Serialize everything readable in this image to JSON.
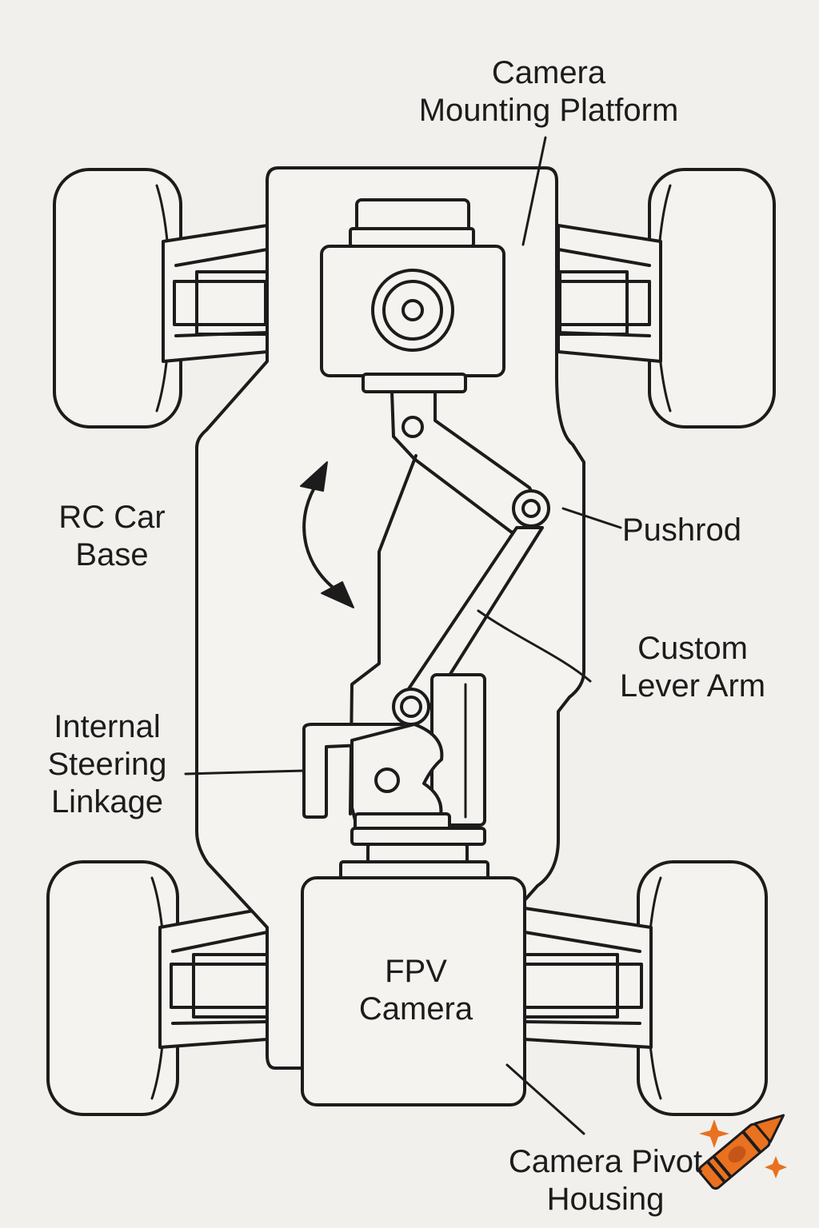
{
  "labels": {
    "camera_mounting_platform": [
      "Camera",
      "Mounting Platform"
    ],
    "pushrod": [
      "Pushrod"
    ],
    "rc_car_base": [
      "RC Car",
      "Base"
    ],
    "custom_lever_arm": [
      "Custom",
      "Lever Arm"
    ],
    "internal_steering_linkage": [
      "Internal",
      "Steering",
      "Linkage"
    ],
    "fpv_camera": [
      "FPV",
      "Camera"
    ],
    "camera_pivot_housing": [
      "Camera Pivot",
      "Housing"
    ]
  },
  "colors": {
    "background": "#f1f0ec",
    "ink": "#1c1c1c",
    "fill": "#f4f3ef",
    "watermark_orange": "#e9711f"
  },
  "icons": {
    "rotation_arrow": "curved-double-arrow-icon",
    "watermark": "crayon-sparkle-icon"
  }
}
